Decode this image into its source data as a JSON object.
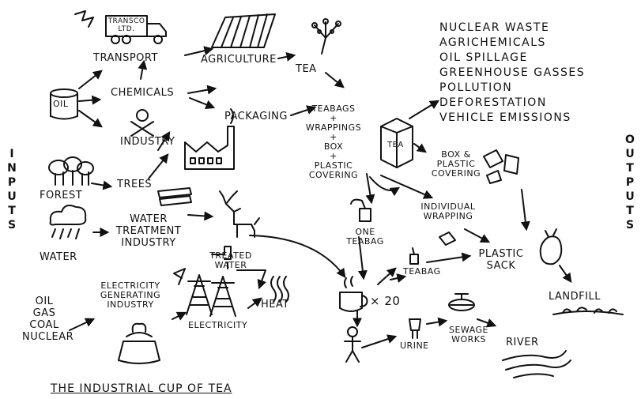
{
  "title": "THE INDUSTRIAL CUP OF TEA",
  "side_labels": {
    "left": "INPUTS",
    "right": "OUTPUTS"
  },
  "inputs": {
    "oil": "OIL",
    "forest": "FOREST",
    "water": "WATER",
    "energy_sources": [
      "OIL",
      "GAS",
      "COAL",
      "NUCLEAR"
    ]
  },
  "nodes": {
    "transport": "TRANSPORT",
    "truck_sign": [
      "TRANSCO",
      "LTD."
    ],
    "chemicals": "CHEMICALS",
    "industry": "INDUSTRY",
    "agriculture": "AGRICULTURE",
    "tea": "TEA",
    "packaging": "PACKAGING",
    "trees": "TREES",
    "water_treatment": [
      "WATER",
      "TREATMENT",
      "INDUSTRY"
    ],
    "treated_water": [
      "TREATED",
      "WATER"
    ],
    "electricity_generating": [
      "ELECTRICITY",
      "GENERATING",
      "INDUSTRY"
    ],
    "electricity": "ELECTRICITY",
    "heat": "HEAT",
    "teabags_bundle": [
      "TEABAGS",
      "+",
      "WRAPPINGS",
      "+",
      "BOX",
      "+",
      "PLASTIC",
      "COVERING"
    ],
    "tea_box_label": "TEA",
    "box_plastic": [
      "BOX &",
      "PLASTIC",
      "COVERING"
    ],
    "individual_wrapping": [
      "INDIVIDUAL",
      "WRAPPING"
    ],
    "one_teabag": [
      "ONE",
      "TEABAG"
    ],
    "cups": "× 20",
    "teabag": "TEABAG",
    "plastic_sack": [
      "PLASTIC",
      "SACK"
    ],
    "landfill": "LANDFILL",
    "urine": "URINE",
    "sewage_works": [
      "SEWAGE",
      "WORKS"
    ],
    "river": "RIVER"
  },
  "outputs": [
    "NUCLEAR WASTE",
    "AGRICHEMICALS",
    "OIL SPILLAGE",
    "GREENHOUSE GASSES",
    "POLLUTION",
    "DEFORESTATION",
    "VEHICLE EMISSIONS"
  ]
}
